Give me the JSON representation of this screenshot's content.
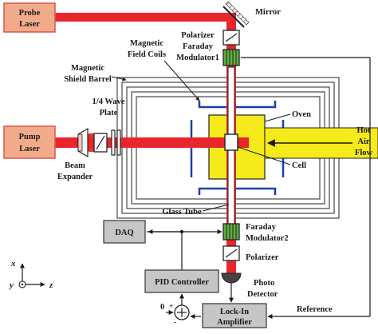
{
  "labels": {
    "probe_laser_1": "Probe",
    "probe_laser_2": "Laser",
    "pump_laser_1": "Pump",
    "pump_laser_2": "Laser",
    "mirror": "Mirror",
    "polarizer_top": "Polarizer",
    "faraday_mod1_1": "Faraday",
    "faraday_mod1_2": "Modulator1",
    "magnetic_field_coils_1": "Magnetic",
    "magnetic_field_coils_2": "Field Coils",
    "magnetic_shield_1": "Magnetic",
    "magnetic_shield_2": "Shield Barrel",
    "quarter_wave_1": "1/4 Wave",
    "quarter_wave_2": "Plate",
    "oven": "Oven",
    "hot_air_1": "Hot",
    "hot_air_2": "Air",
    "hot_air_3": "Flow",
    "cell": "Cell",
    "beam_expander_1": "Beam",
    "beam_expander_2": "Expander",
    "glass_tube": "Glass Tube",
    "daq": "DAQ",
    "faraday_mod2_1": "Faraday",
    "faraday_mod2_2": "Modulator2",
    "polarizer_bottom": "Polarizer",
    "pid_controller": "PID Controller",
    "photo_detector_1": "Photo",
    "photo_detector_2": "Detector",
    "lockin_1": "Lock-In",
    "lockin_2": "Amplifier",
    "reference": "Reference",
    "zero": "0",
    "plus": "+",
    "minus": "-",
    "axis_x": "x",
    "axis_y": "y",
    "axis_z": "z"
  },
  "colors": {
    "laser_box": "#f2ab8a",
    "laser_border": "#d9534f",
    "beam": "#e8262b",
    "oven": "#f5ea1a",
    "shield": "#555555",
    "coil": "#1f3fa8",
    "modulator": "#5fae3f",
    "gray_box": "#c6c6c6"
  }
}
